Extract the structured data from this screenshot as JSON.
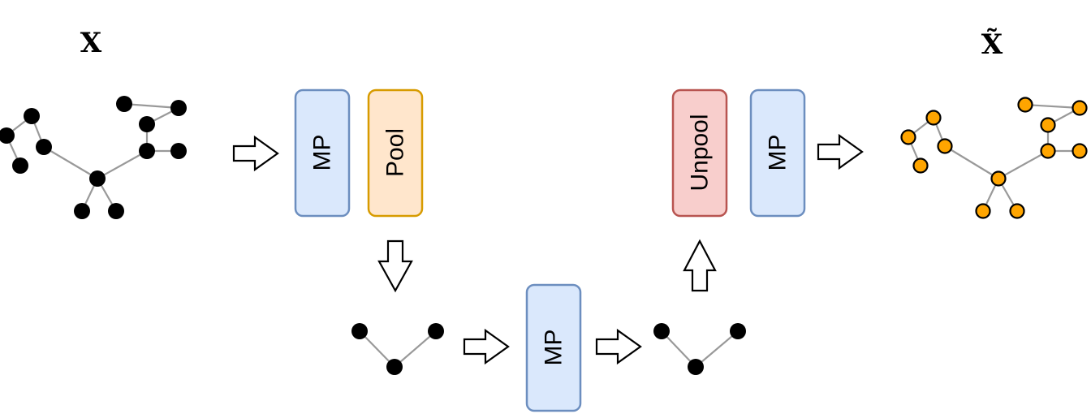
{
  "labels": {
    "input": "X",
    "output": "X̃"
  },
  "blocks": {
    "mp_encoder": "MP",
    "pool": "Pool",
    "mp_bottleneck": "MP",
    "unpool": "Unpool",
    "mp_decoder": "MP"
  },
  "colors": {
    "mp_fill": "#dae8fc",
    "mp_stroke": "#6c8ebf",
    "pool_fill": "#ffe6cc",
    "pool_stroke": "#d79b00",
    "unpool_fill": "#f8cecc",
    "unpool_stroke": "#b85450",
    "node_input": "#000000",
    "node_output": "#ffa500",
    "edge": "#999999"
  }
}
